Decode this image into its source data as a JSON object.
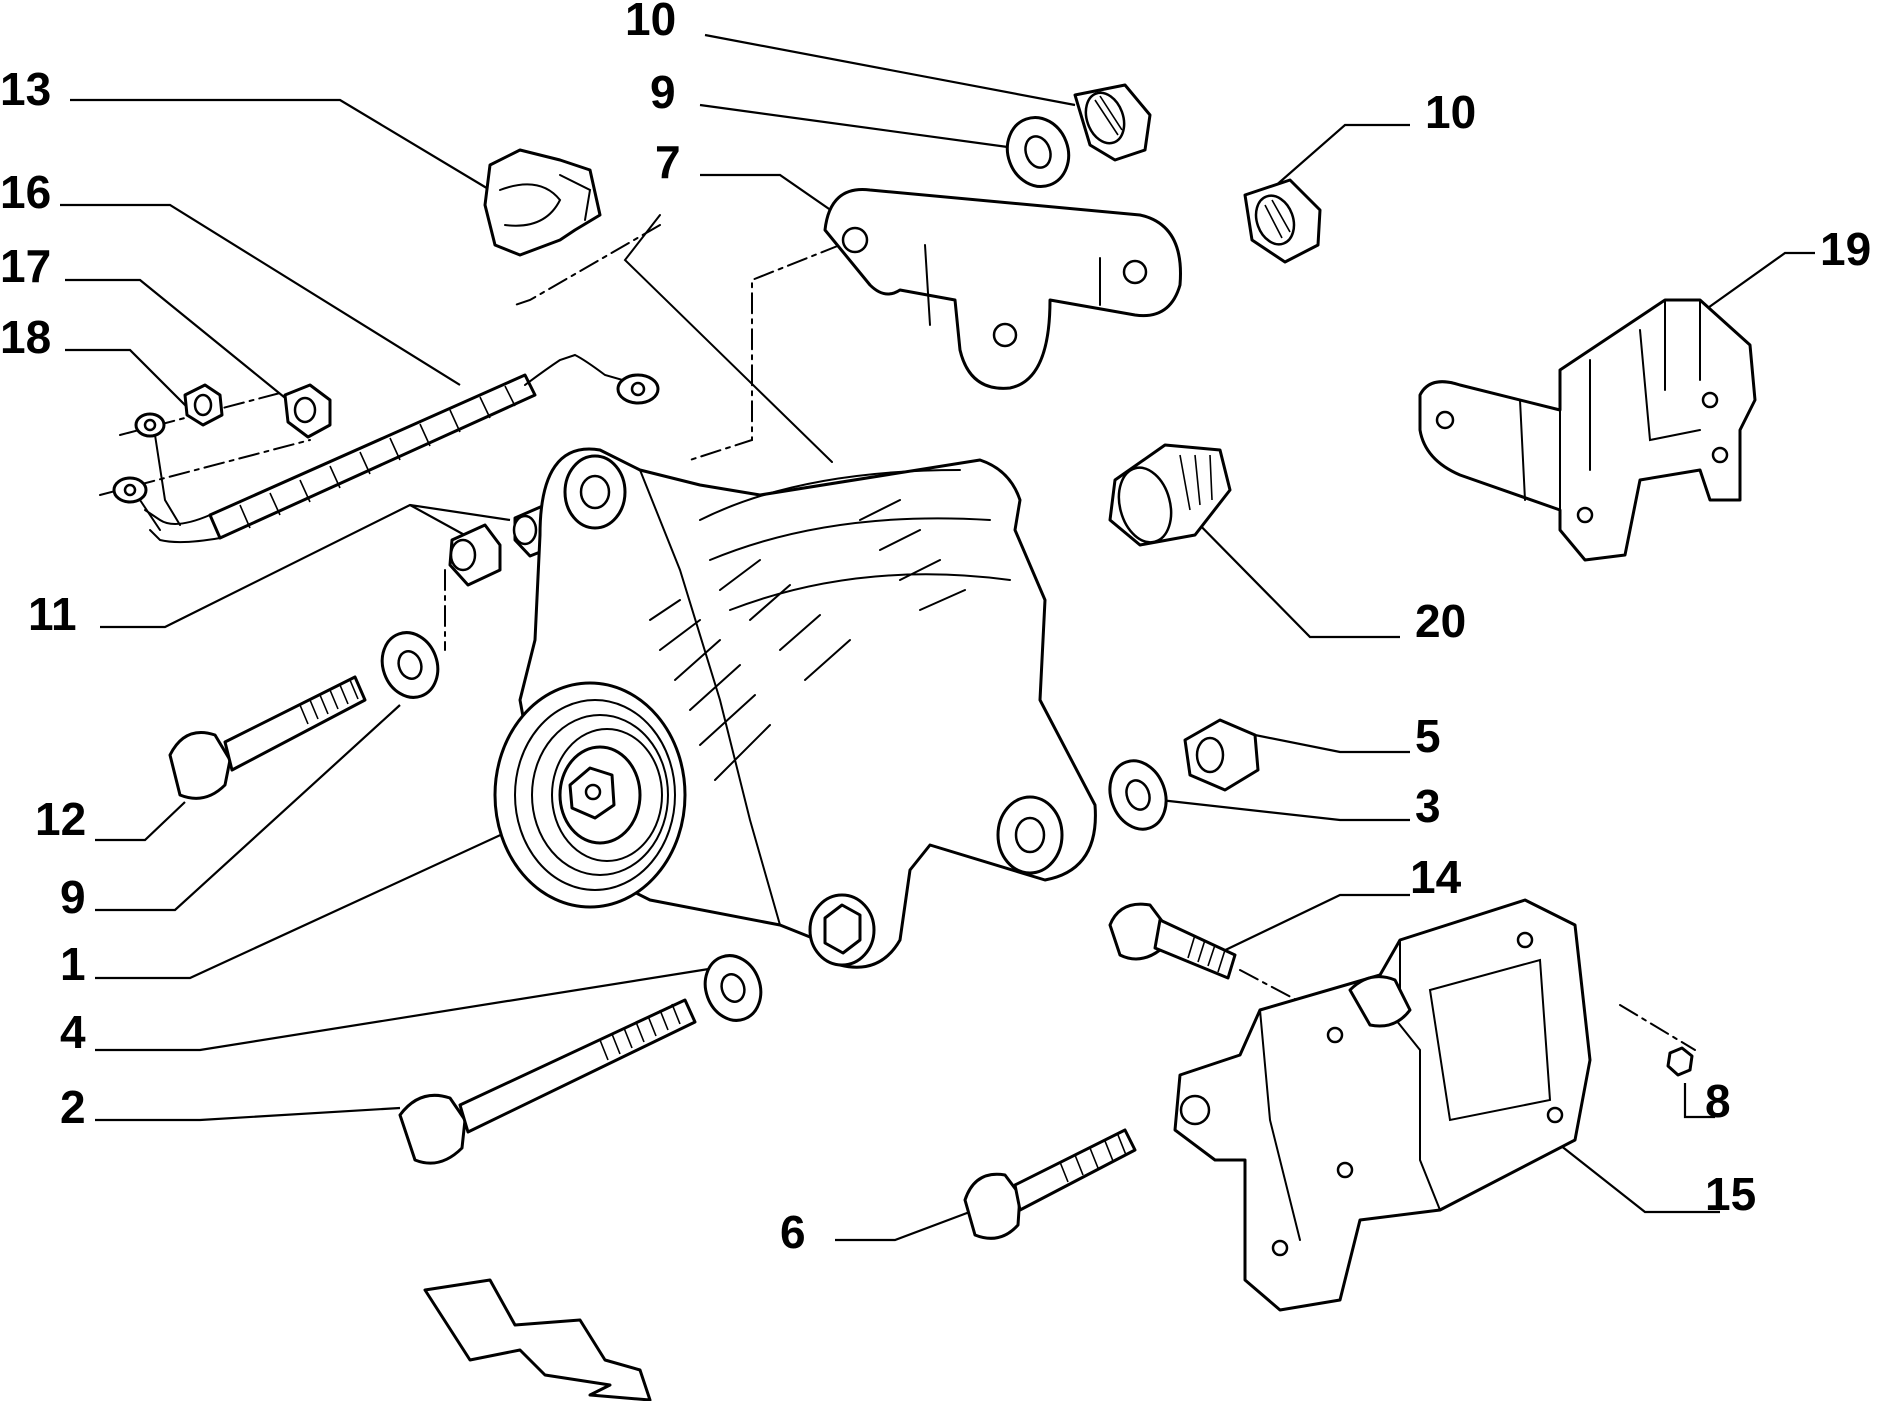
{
  "callouts": [
    {
      "id": "c1",
      "label": "1"
    },
    {
      "id": "c2",
      "label": "2"
    },
    {
      "id": "c3",
      "label": "3"
    },
    {
      "id": "c4",
      "label": "4"
    },
    {
      "id": "c5",
      "label": "5"
    },
    {
      "id": "c6",
      "label": "6"
    },
    {
      "id": "c7",
      "label": "7"
    },
    {
      "id": "c8",
      "label": "8"
    },
    {
      "id": "c9a",
      "label": "9"
    },
    {
      "id": "c9b",
      "label": "9"
    },
    {
      "id": "c10a",
      "label": "10"
    },
    {
      "id": "c10b",
      "label": "10"
    },
    {
      "id": "c11",
      "label": "11"
    },
    {
      "id": "c12",
      "label": "12"
    },
    {
      "id": "c13",
      "label": "13"
    },
    {
      "id": "c14",
      "label": "14"
    },
    {
      "id": "c15",
      "label": "15"
    },
    {
      "id": "c16",
      "label": "16"
    },
    {
      "id": "c17",
      "label": "17"
    },
    {
      "id": "c18",
      "label": "18"
    },
    {
      "id": "c19",
      "label": "19"
    },
    {
      "id": "c20",
      "label": "20"
    }
  ]
}
